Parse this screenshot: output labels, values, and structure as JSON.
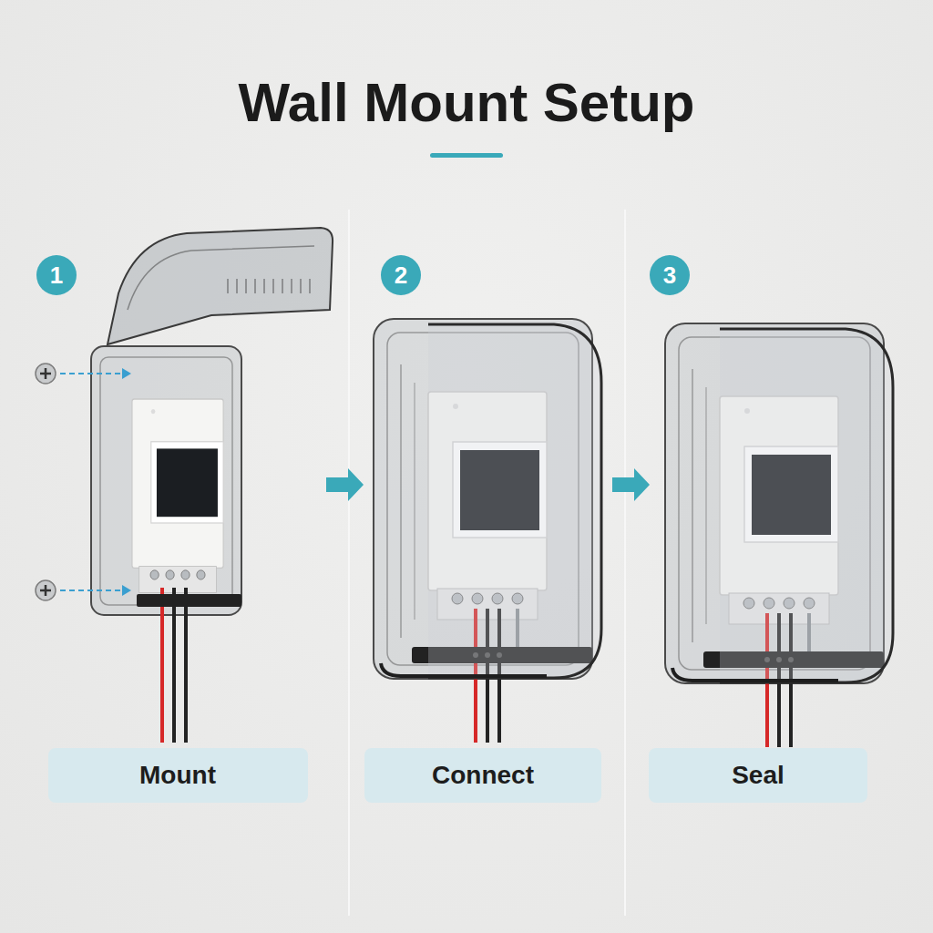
{
  "diagram": {
    "title": "Wall Mount Setup",
    "nodes": [
      {
        "text": [
          "1"
        ]
      },
      {
        "text": [
          "2"
        ]
      },
      {
        "text": [
          "3"
        ]
      },
      {
        "text": [
          "Mount"
        ]
      },
      {
        "text": [
          "Connect"
        ]
      },
      {
        "text": [
          "Seal"
        ]
      }
    ]
  }
}
